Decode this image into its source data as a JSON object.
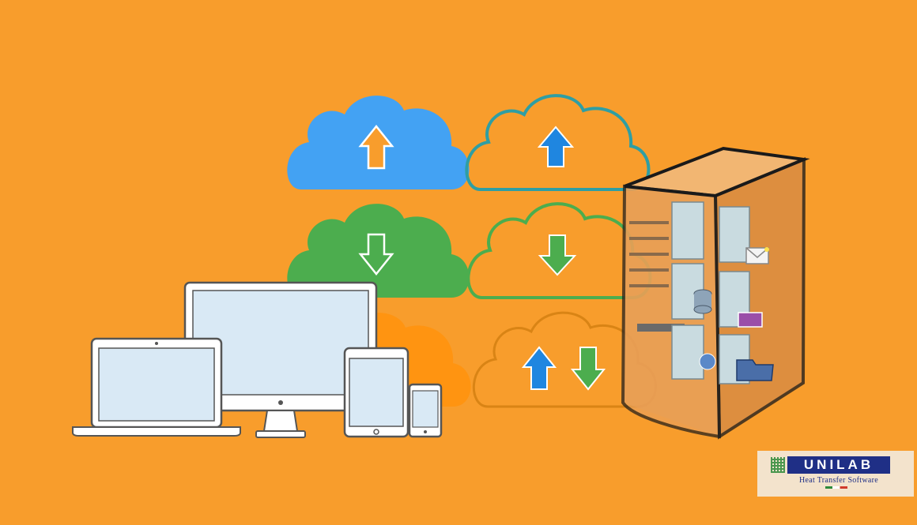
{
  "scene": {
    "clouds": [
      {
        "kind": "upload",
        "style": "filled",
        "color": "#43a2f3",
        "arrow": "up-arrow-icon"
      },
      {
        "kind": "upload",
        "style": "outline",
        "color": "#2f9ea3",
        "arrow": "up-arrow-icon",
        "arrow_color": "#1f86e0"
      },
      {
        "kind": "download",
        "style": "filled",
        "color": "#4cad4e",
        "arrow": "down-arrow-icon"
      },
      {
        "kind": "download",
        "style": "outline",
        "color": "#4cad4e",
        "arrow": "down-arrow-icon",
        "arrow_color": "#4cad4e"
      },
      {
        "kind": "sync",
        "style": "filled",
        "color": "#ff9411",
        "arrow": "sync-arrows-icon"
      },
      {
        "kind": "sync",
        "style": "outline",
        "color": "#d98415",
        "arrow": "up-down-arrows-icon"
      }
    ],
    "devices": [
      "laptop-icon",
      "desktop-monitor-icon",
      "tablet-icon",
      "smartphone-icon"
    ],
    "server": "server-tower-icon",
    "colors": {
      "background": "#f89d2c",
      "device_screen": "#d9e9f5"
    }
  },
  "logo": {
    "brand": "UNILAB",
    "tagline": "Heat Transfer Software"
  }
}
